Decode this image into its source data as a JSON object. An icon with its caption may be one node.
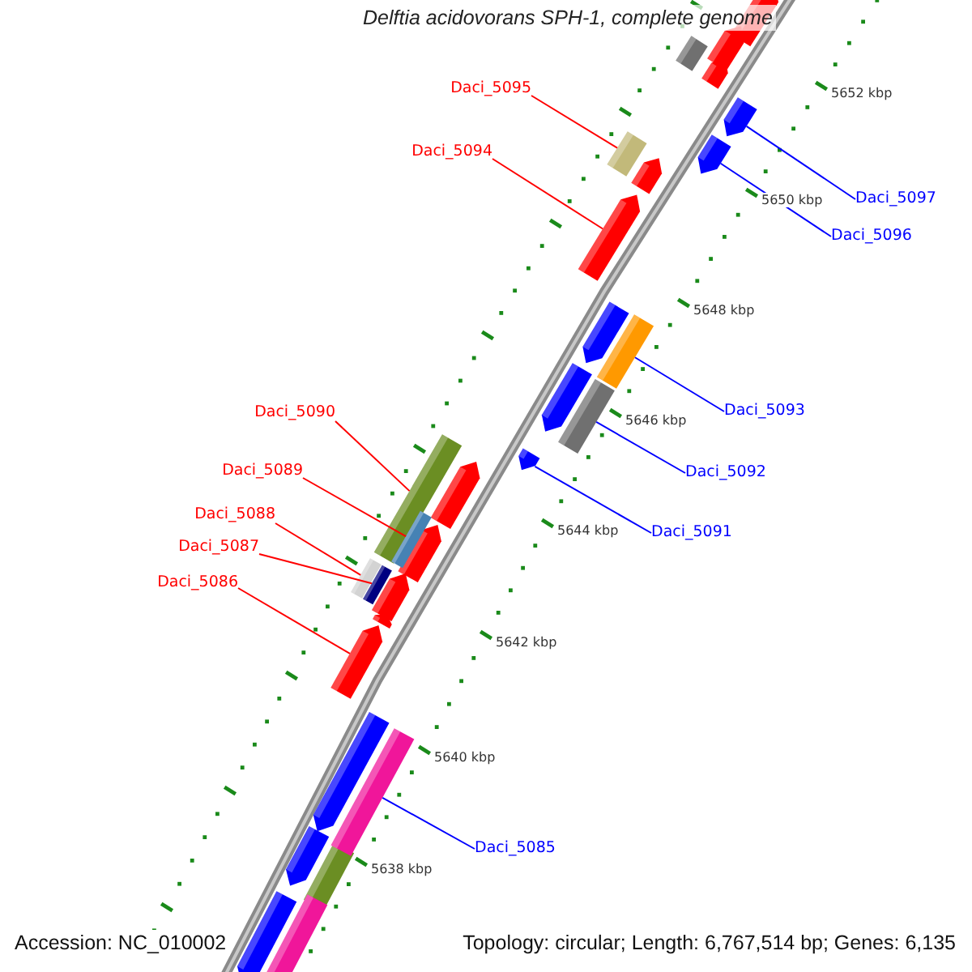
{
  "diagram": {
    "title": "Delftia acidovorans SPH-1, complete genome",
    "nodes": [
      {
        "text": [
          "Daci_5095"
        ]
      },
      {
        "text": [
          "Daci_5094"
        ]
      },
      {
        "text": [
          "Daci_5097"
        ]
      },
      {
        "text": [
          "Daci_5096"
        ]
      },
      {
        "text": [
          "Daci_5090"
        ]
      },
      {
        "text": [
          "Daci_5093"
        ]
      },
      {
        "text": [
          "Daci_5089"
        ]
      },
      {
        "text": [
          "Daci_5092"
        ]
      },
      {
        "text": [
          "Daci_5088"
        ]
      },
      {
        "text": [
          "Daci_5091"
        ]
      },
      {
        "text": [
          "Daci_5087"
        ]
      },
      {
        "text": [
          "Daci_5086"
        ]
      },
      {
        "text": [
          "Daci_5085"
        ]
      },
      {
        "text": [],
        "shape": "pentagon"
      },
      {
        "text": [],
        "shape": "box"
      },
      {
        "text": [],
        "shape": "pentagon"
      },
      {
        "text": [],
        "shape": "pentagon"
      },
      {
        "text": [],
        "shape": "box"
      },
      {
        "text": [],
        "shape": "box"
      },
      {
        "text": [],
        "shape": "pentagon"
      },
      {
        "text": [],
        "shape": "box"
      },
      {
        "text": [],
        "shape": "box"
      },
      {
        "text": [],
        "shape": "box"
      },
      {
        "text": [],
        "shape": "box"
      },
      {
        "text": [],
        "shape": "pentagon"
      },
      {
        "text": [],
        "shape": "box"
      }
    ],
    "edges": [
      {
        "from": 0,
        "to": 14,
        "arrow": "none"
      },
      {
        "from": 1,
        "to": 16,
        "arrow": "none"
      },
      {
        "from": 2,
        "to": 13,
        "arrow": "none",
        "color": "#0000ff"
      },
      {
        "from": 3,
        "to": 15,
        "arrow": "none",
        "color": "#0000ff"
      },
      {
        "from": 4,
        "to": 20,
        "arrow": "none"
      },
      {
        "from": 5,
        "to": 17,
        "arrow": "none",
        "color": "#0000ff"
      },
      {
        "from": 6,
        "to": 21,
        "arrow": "none"
      },
      {
        "from": 7,
        "to": 18,
        "arrow": "none",
        "color": "#0000ff"
      },
      {
        "from": 8,
        "to": 22,
        "arrow": "none"
      },
      {
        "from": 9,
        "to": 19,
        "arrow": "none",
        "color": "#0000ff"
      },
      {
        "from": 10,
        "to": 23,
        "arrow": "none"
      },
      {
        "from": 11,
        "to": 24,
        "arrow": "none"
      },
      {
        "from": 12,
        "to": 25,
        "arrow": "none",
        "color": "#0000ff"
      }
    ],
    "labels": [
      "5652 kbp",
      "5650 kbp",
      "5648 kbp",
      "5646 kbp",
      "5644 kbp",
      "5642 kbp",
      "5640 kbp",
      "5638 kbp",
      "Accession: NC_010002",
      "Topology: circular; Length: 6,767,514 bp; Genes: 6,135"
    ]
  }
}
